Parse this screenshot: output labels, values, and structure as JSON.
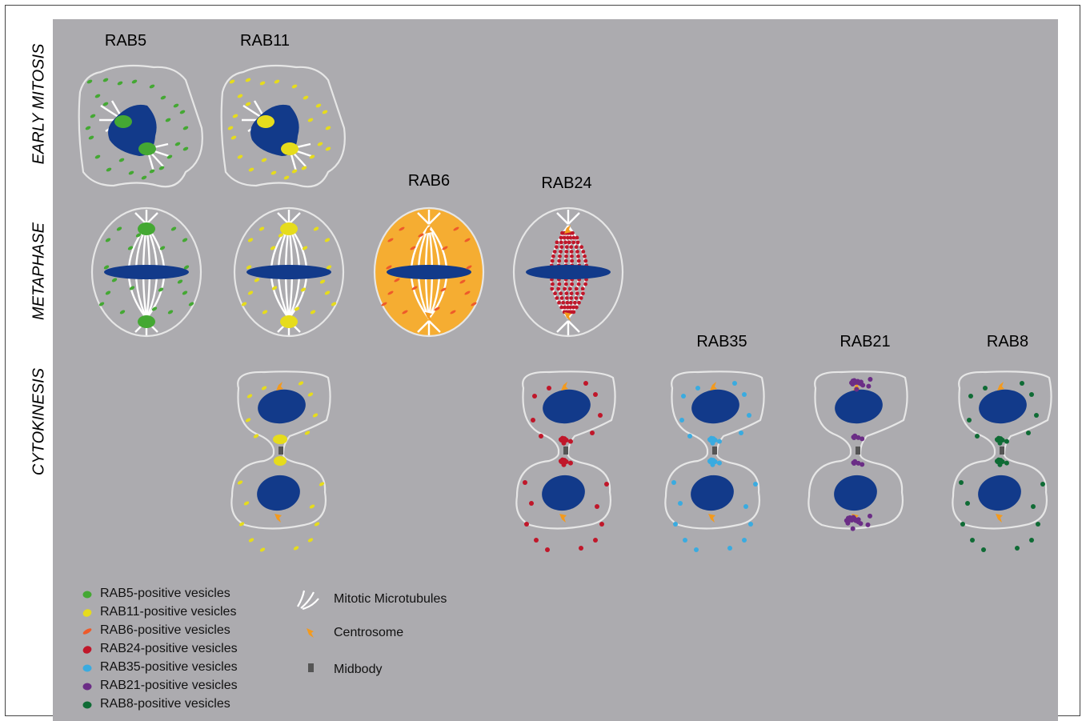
{
  "columns": {
    "rab5": "RAB5",
    "rab11": "RAB11",
    "rab6": "RAB6",
    "rab24": "RAB24",
    "rab35": "RAB35",
    "rab21": "RAB21",
    "rab8": "RAB8"
  },
  "rows": {
    "early": "EARLY MITOSIS",
    "metaphase": "METAPHASE",
    "cytokinesis": "CYTOKINESIS"
  },
  "legend": {
    "vesicles": [
      {
        "label": "RAB5-positive vesicles",
        "color": "#44a833"
      },
      {
        "label": "RAB11-positive vesicles",
        "color": "#e6dc1c"
      },
      {
        "label": "RAB6-positive vesicles",
        "color": "#ee5a2a"
      },
      {
        "label": "RAB24-positive vesicles",
        "color": "#c0172a"
      },
      {
        "label": "RAB35-positive vesicles",
        "color": "#3aabe0"
      },
      {
        "label": "RAB21-positive vesicles",
        "color": "#6b2d86"
      },
      {
        "label": "RAB8-positive vesicles",
        "color": "#0f6b35"
      }
    ],
    "symbols": {
      "microtubules": "Mitotic Microtubules",
      "centrosome": "Centrosome",
      "midbody": "Midbody"
    }
  },
  "colors": {
    "background": "#acabaf",
    "nucleus": "#123a8a",
    "membrane": "#e6e6e6",
    "centrosome": "#f39a1e",
    "midbody": "#555555",
    "rab6_cytoplasm": "#f5ad32"
  }
}
